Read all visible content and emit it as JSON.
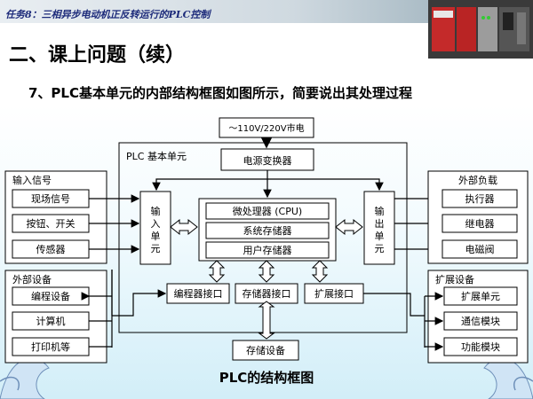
{
  "header": {
    "title": "任务8：三相异步电动机正反转运行的PLC控制"
  },
  "slide": {
    "section_title": "二、课上问题（续）",
    "question": "7、PLC基本单元的内部结构框图如图所示，简要说出其处理过程",
    "caption": "PLC的结构框图"
  },
  "diagram": {
    "power_source": "～110V/220V市电",
    "plc_unit_label": "PLC 基本单元",
    "power_converter": "电源变换器",
    "input_group": {
      "title": "输入信号",
      "items": [
        "现场信号",
        "按钮、开关",
        "传感器"
      ]
    },
    "input_unit": "输入单元",
    "cpu_block": {
      "items": [
        "微处理器 (CPU)",
        "系统存储器",
        "用户存储器"
      ]
    },
    "output_unit": "输出单元",
    "output_group": {
      "title": "外部负载",
      "items": [
        "执行器",
        "继电器",
        "电磁阀"
      ]
    },
    "interfaces": [
      "编程器接口",
      "存储器接口",
      "扩展接口"
    ],
    "external_group": {
      "title": "外部设备",
      "items": [
        "编程设备",
        "计算机",
        "打印机等"
      ]
    },
    "expansion_group": {
      "title": "扩展设备",
      "items": [
        "扩展单元",
        "通信模块",
        "功能模块"
      ]
    },
    "storage_device": "存储设备"
  },
  "colors": {
    "header_text": "#1c2a7a",
    "box_stroke": "#000000",
    "arrow_fill": "#ffffff"
  }
}
